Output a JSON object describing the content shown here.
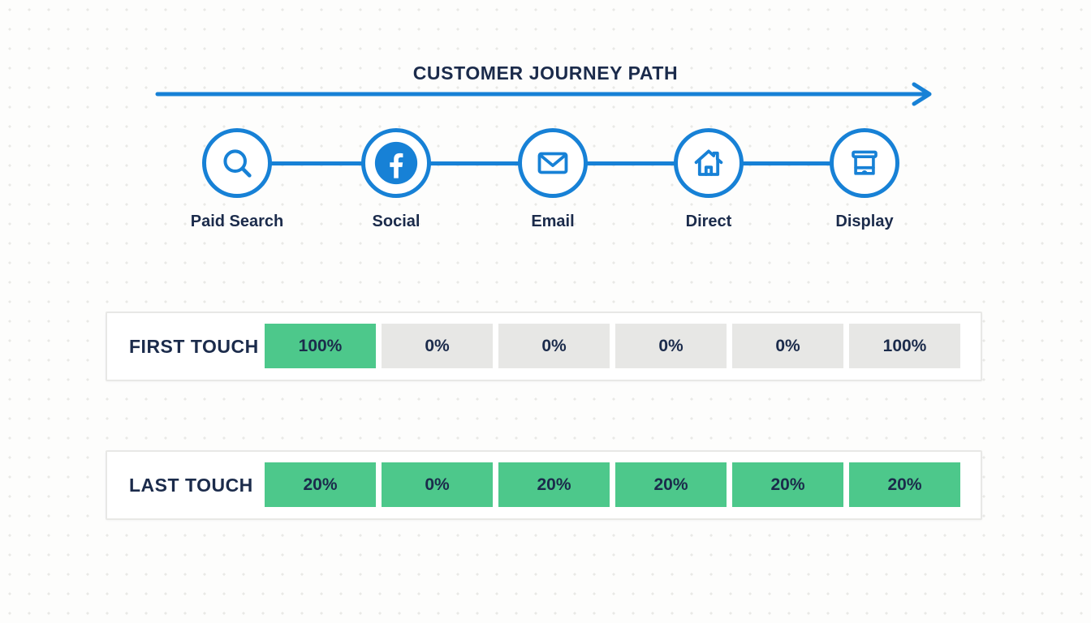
{
  "title": "CUSTOMER JOURNEY PATH",
  "journey": {
    "channels": [
      {
        "label": "Paid Search",
        "icon": "search-icon"
      },
      {
        "label": "Social",
        "icon": "facebook-icon"
      },
      {
        "label": "Email",
        "icon": "envelope-icon"
      },
      {
        "label": "Direct",
        "icon": "house-icon"
      },
      {
        "label": "Display",
        "icon": "storefront-icon"
      }
    ]
  },
  "rows": [
    {
      "label": "FIRST TOUCH",
      "cells": [
        {
          "value": "100%",
          "highlight": true
        },
        {
          "value": "0%",
          "highlight": false
        },
        {
          "value": "0%",
          "highlight": false
        },
        {
          "value": "0%",
          "highlight": false
        },
        {
          "value": "0%",
          "highlight": false
        },
        {
          "value": "100%",
          "highlight": false
        }
      ]
    },
    {
      "label": "LAST TOUCH",
      "cells": [
        {
          "value": "20%",
          "highlight": true
        },
        {
          "value": "0%",
          "highlight": true
        },
        {
          "value": "20%",
          "highlight": true
        },
        {
          "value": "20%",
          "highlight": true
        },
        {
          "value": "20%",
          "highlight": true
        },
        {
          "value": "20%",
          "highlight": true
        }
      ]
    }
  ],
  "colors": {
    "accent_blue": "#1781d6",
    "highlight_green": "#4dc88b",
    "muted_gray": "#e7e7e5",
    "text_navy": "#1b2b4b"
  }
}
